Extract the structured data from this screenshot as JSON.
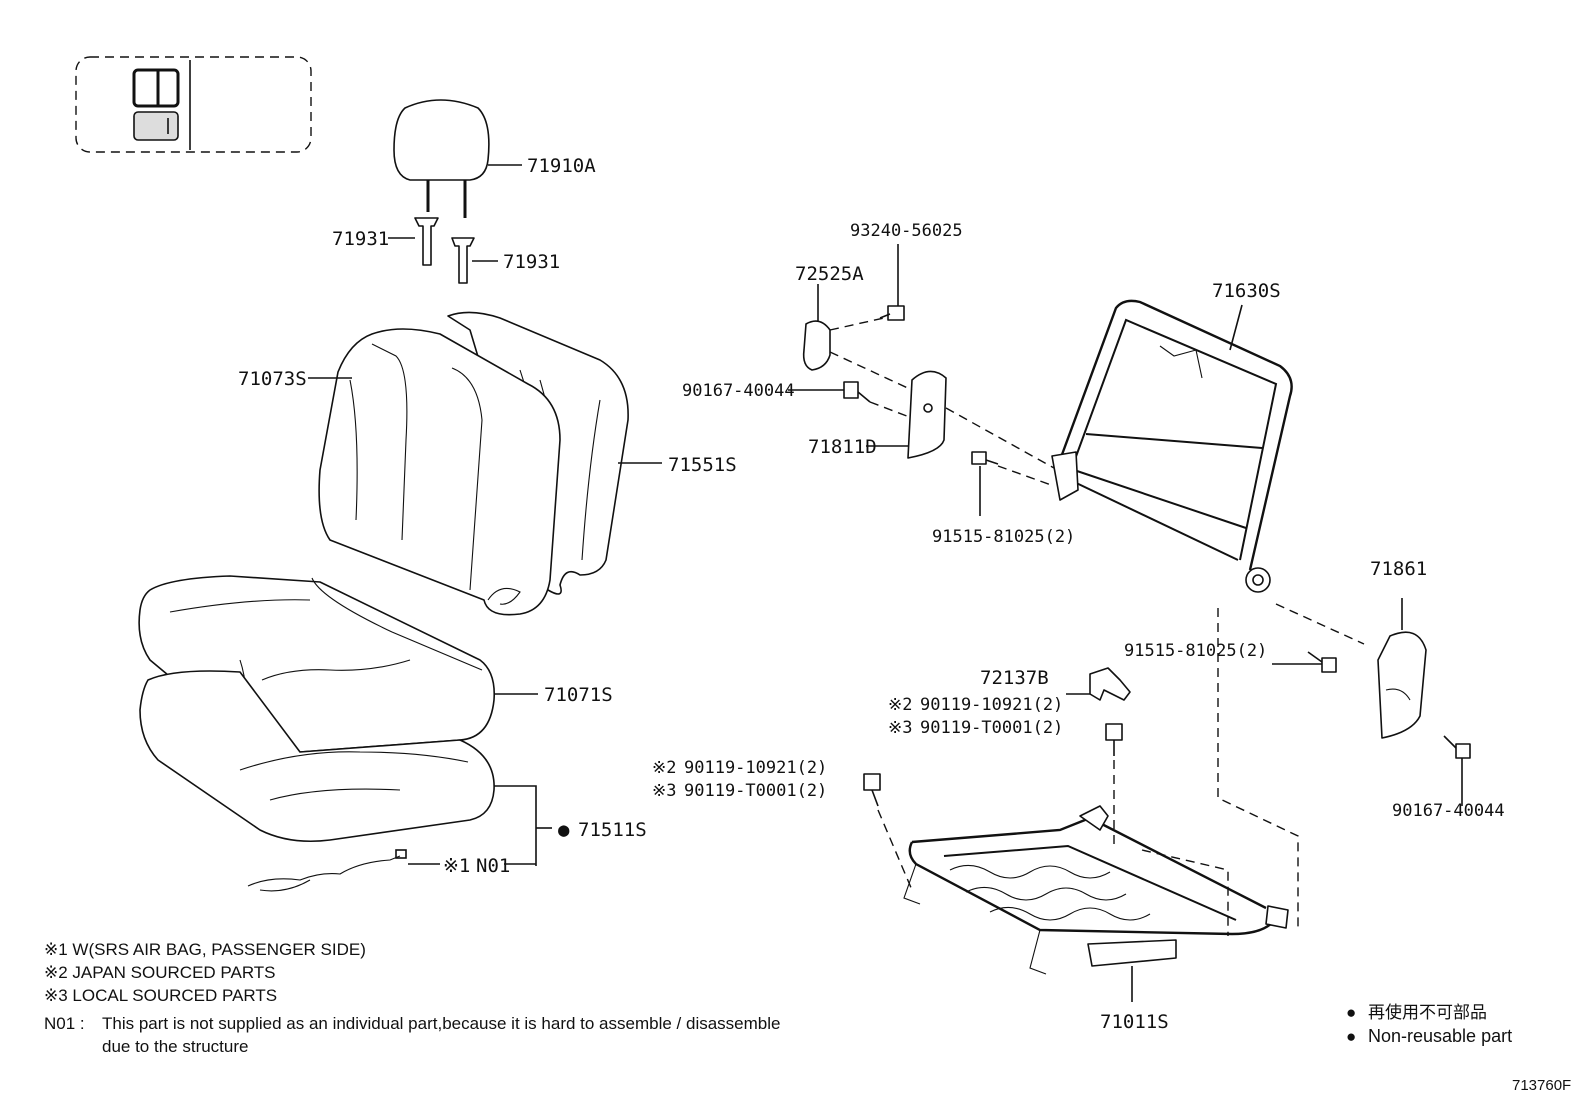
{
  "labels": {
    "headrest": "71910A",
    "guide_left": "71931",
    "guide_right": "71931",
    "back_cover": "71073S",
    "back_pad": "71551S",
    "cushion_cover": "71071S",
    "cushion_pad": "71511S",
    "cushion_pad_marker": "●",
    "wire": "N01",
    "wire_ref": "※1",
    "knob": "72525A",
    "screw_top": "93240-56025",
    "screw_left": "90167-40044",
    "cover_left": "71811D",
    "bolt_left": "91515-81025(2)",
    "frame_back": "71630S",
    "cover_right": "71861",
    "bolt_right": "91515-81025(2)",
    "screw_right": "90167-40044",
    "clip": "72137B",
    "bolt_a1_ref": "※2",
    "bolt_a1": "90119-10921(2)",
    "bolt_a2_ref": "※3",
    "bolt_a2": "90119-T0001(2)",
    "bolt_b1_ref": "※2",
    "bolt_b1": "90119-10921(2)",
    "bolt_b2_ref": "※3",
    "bolt_b2": "90119-T0001(2)",
    "frame_cushion": "71011S"
  },
  "notes": {
    "n1": "※1 W(SRS AIR BAG, PASSENGER SIDE)",
    "n2": "※2 JAPAN SOURCED PARTS",
    "n3": "※3 LOCAL SOURCED PARTS",
    "n01_key": "N01 :",
    "n01_line1": "This part is not supplied as an individual part,because it is hard to assemble / disassemble",
    "n01_line2": "due to the structure"
  },
  "legend": {
    "marker": "●",
    "jp": "再使用不可部品",
    "en": "Non-reusable part"
  },
  "figure_code": "713760F"
}
